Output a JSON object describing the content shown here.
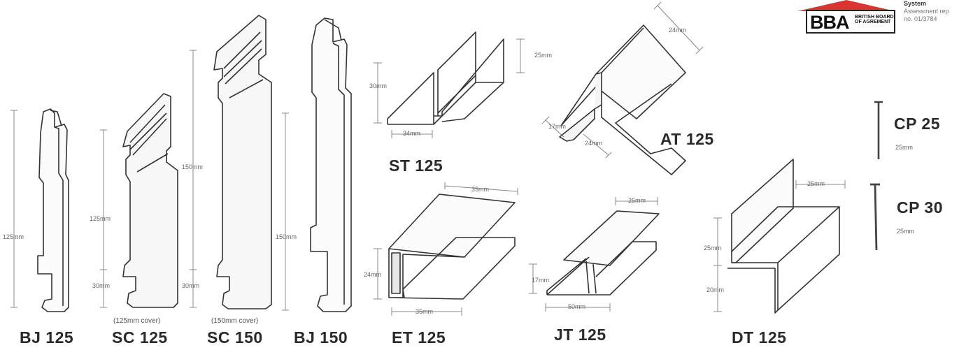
{
  "products": [
    {
      "id": "bj125",
      "name": "BJ 125",
      "dims": [
        "125mm"
      ]
    },
    {
      "id": "sc125",
      "name": "SC 125",
      "dims": [
        "125mm",
        "30mm"
      ],
      "note": "(125mm cover)"
    },
    {
      "id": "sc150",
      "name": "SC 150",
      "dims": [
        "150mm",
        "30mm"
      ],
      "note": "(150mm cover)"
    },
    {
      "id": "bj150",
      "name": "BJ 150",
      "dims": [
        "150mm"
      ]
    },
    {
      "id": "st125",
      "name": "ST 125",
      "dims": [
        "30mm",
        "25mm",
        "34mm"
      ]
    },
    {
      "id": "at125",
      "name": "AT 125",
      "dims": [
        "24mm",
        "17mm",
        "24mm"
      ]
    },
    {
      "id": "et125",
      "name": "ET 125",
      "dims": [
        "35mm",
        "24mm",
        "35mm"
      ]
    },
    {
      "id": "jt125",
      "name": "JT 125",
      "dims": [
        "25mm",
        "17mm",
        "50mm"
      ]
    },
    {
      "id": "dt125",
      "name": "DT 125",
      "dims": [
        "25mm",
        "25mm",
        "20mm"
      ]
    },
    {
      "id": "cp25",
      "name": "CP 25",
      "dims": [
        "25mm"
      ]
    },
    {
      "id": "cp30",
      "name": "CP 30",
      "dims": [
        "25mm"
      ]
    }
  ],
  "bba": {
    "logo": "BBA",
    "logo_small": "BRITISH BOARD OF AGREMENT",
    "line1": "System",
    "line2": "Assessment rep",
    "line3": "no. 01/3784"
  }
}
